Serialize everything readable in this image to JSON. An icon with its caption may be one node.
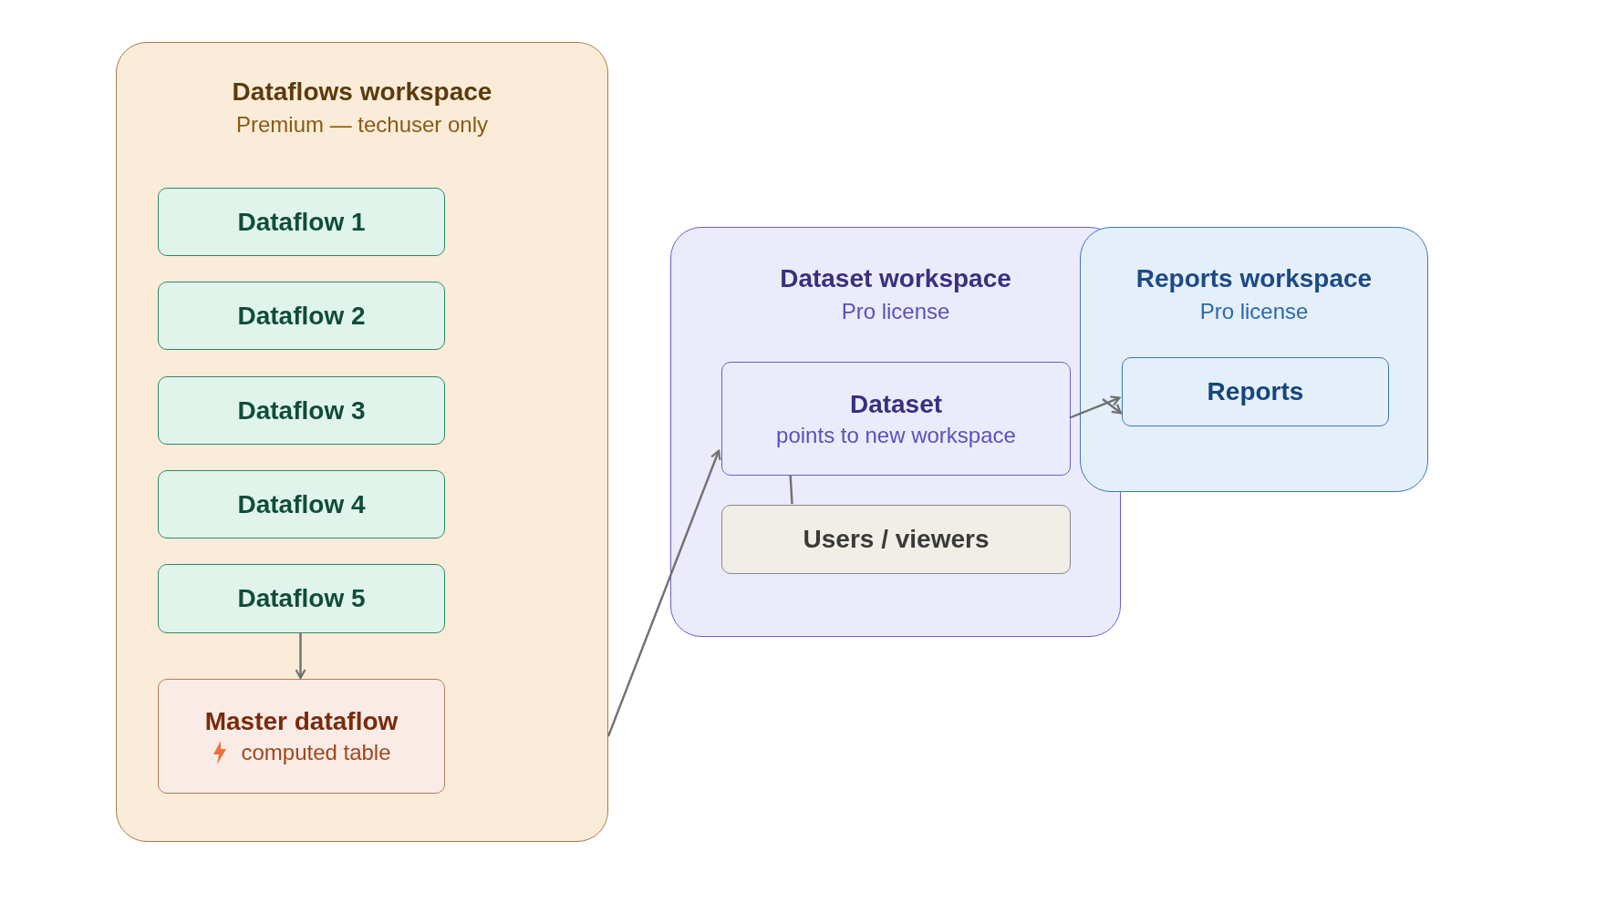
{
  "diagram": {
    "nodes": [
      {
        "text": [
          "Dataflows workspace",
          "Premium — techuser only"
        ]
      },
      {
        "text": [
          "Dataflow 1"
        ],
        "in": 0
      },
      {
        "text": [
          "Dataflow 2"
        ],
        "in": 0
      },
      {
        "text": [
          "Dataflow 3"
        ],
        "in": 0
      },
      {
        "text": [
          "Dataflow 4"
        ],
        "in": 0
      },
      {
        "text": [
          "Dataflow 5"
        ],
        "in": 0
      },
      {
        "text": [
          "Master dataflow",
          "computed table"
        ],
        "in": 0
      },
      {
        "text": [
          "Dataset workspace",
          "Pro license"
        ]
      },
      {
        "text": [
          "Dataset",
          "points to new workspace"
        ],
        "in": 7
      },
      {
        "text": [
          "Users / viewers"
        ],
        "in": 7
      },
      {
        "text": [
          "Reports workspace",
          "Pro license"
        ]
      },
      {
        "text": [
          "Reports"
        ],
        "in": 10
      }
    ],
    "edges": [
      {
        "from": 5,
        "to": 6,
        "arrow": "to"
      },
      {
        "from": 0,
        "to": 8,
        "arrow": "to"
      },
      {
        "from": 8,
        "to": 11,
        "arrow": "to"
      },
      {
        "from": 8,
        "to": 9,
        "arrow": "none"
      },
      {
        "from": null,
        "to": 11,
        "arrow": "to"
      }
    ]
  }
}
